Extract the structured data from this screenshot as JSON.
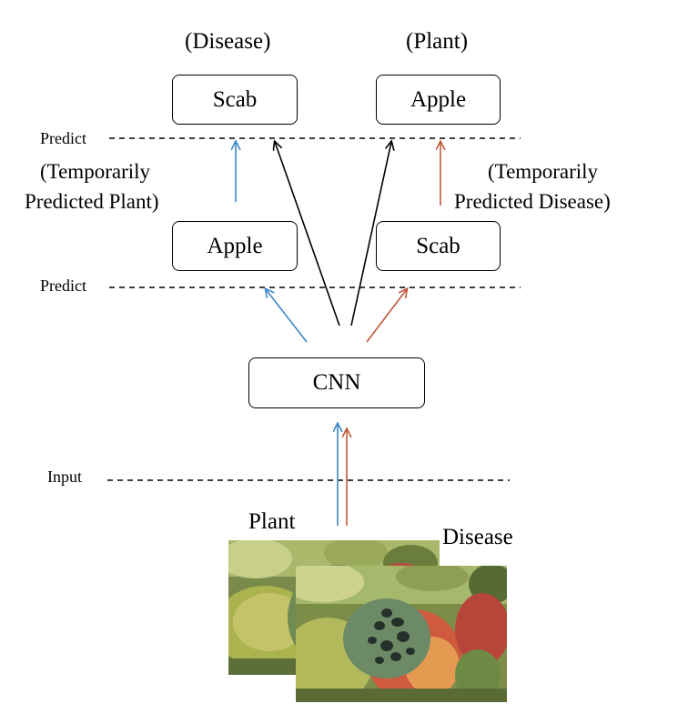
{
  "top_labels": {
    "disease_head": "(Disease)",
    "plant_head": "(Plant)"
  },
  "top_boxes": {
    "disease": "Scab",
    "plant": "Apple"
  },
  "mid_boxes": {
    "plant": "Apple",
    "disease": "Scab"
  },
  "annotations": {
    "left_line1": "(Temporarily",
    "left_line2": "Predicted Plant)",
    "right_line1": "(Temporarily",
    "right_line2": "Predicted Disease)"
  },
  "lines": {
    "predict_top": "Predict",
    "predict_mid": "Predict",
    "input": "Input"
  },
  "model": {
    "label": "CNN"
  },
  "images": {
    "plant_caption": "Plant",
    "disease_caption": "Disease"
  },
  "colors": {
    "plant_arrow": "#3b87c9",
    "disease_arrow": "#c0583a",
    "shared_arrow": "#000000"
  }
}
